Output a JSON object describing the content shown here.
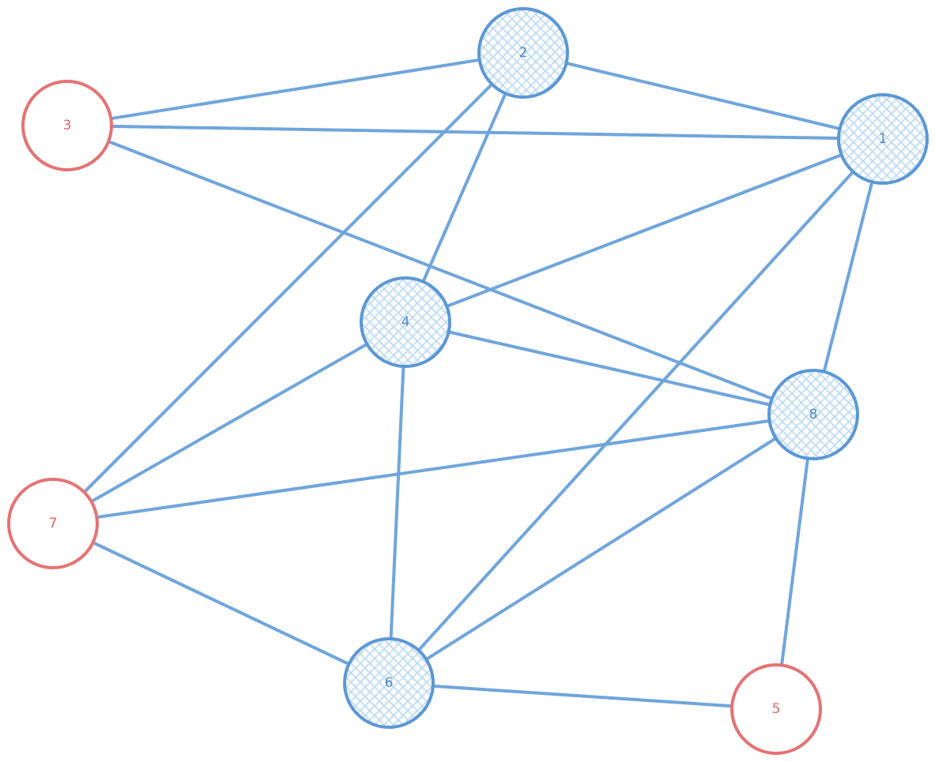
{
  "graph": {
    "colors": {
      "edge": "#6fa5dc",
      "blue_stroke": "#5b97d6",
      "blue_label": "#4f86c6",
      "hatch": "#b9d9f5",
      "red_stroke": "#e67272",
      "red_label": "#e06666"
    },
    "nodes": [
      {
        "id": "1",
        "label": "1",
        "style": "blue-hatched"
      },
      {
        "id": "2",
        "label": "2",
        "style": "blue-hatched"
      },
      {
        "id": "3",
        "label": "3",
        "style": "red-empty"
      },
      {
        "id": "4",
        "label": "4",
        "style": "blue-hatched"
      },
      {
        "id": "5",
        "label": "5",
        "style": "red-empty"
      },
      {
        "id": "6",
        "label": "6",
        "style": "blue-hatched"
      },
      {
        "id": "7",
        "label": "7",
        "style": "red-empty"
      },
      {
        "id": "8",
        "label": "8",
        "style": "blue-hatched"
      }
    ],
    "edges": [
      [
        "3",
        "2"
      ],
      [
        "3",
        "1"
      ],
      [
        "3",
        "8"
      ],
      [
        "2",
        "1"
      ],
      [
        "2",
        "4"
      ],
      [
        "2",
        "7"
      ],
      [
        "1",
        "4"
      ],
      [
        "1",
        "8"
      ],
      [
        "1",
        "6"
      ],
      [
        "4",
        "8"
      ],
      [
        "4",
        "7"
      ],
      [
        "4",
        "6"
      ],
      [
        "7",
        "8"
      ],
      [
        "7",
        "6"
      ],
      [
        "8",
        "6"
      ],
      [
        "8",
        "5"
      ],
      [
        "6",
        "5"
      ]
    ]
  }
}
